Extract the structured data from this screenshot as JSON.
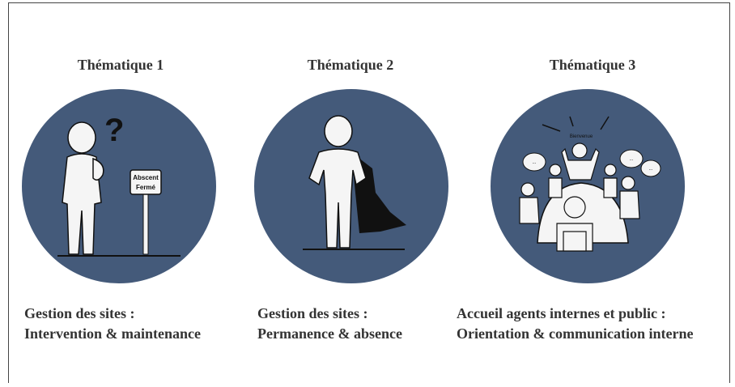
{
  "themes": [
    {
      "title": "Thématique 1",
      "caption_line1": "Gestion des sites :",
      "caption_line2": "Intervention & maintenance",
      "sign_line1": "Abscent",
      "sign_line2": "Fermé",
      "question_mark": "?",
      "illustration": "thinking-person-with-sign-icon"
    },
    {
      "title": "Thématique 2",
      "caption_line1": "Gestion des sites :",
      "caption_line2": "Permanence & absence",
      "illustration": "person-with-cape-icon"
    },
    {
      "title": "Thématique 3",
      "caption_line1": "Accueil agents internes et public :",
      "caption_line2": "Orientation & communication interne",
      "speaker_label": "Bienvenue",
      "bubble_text": "...",
      "illustration": "meeting-group-icon"
    }
  ],
  "colors": {
    "circle": "#445a7a",
    "figure": "#f5f5f5",
    "cape": "#111111",
    "text": "#333333"
  }
}
